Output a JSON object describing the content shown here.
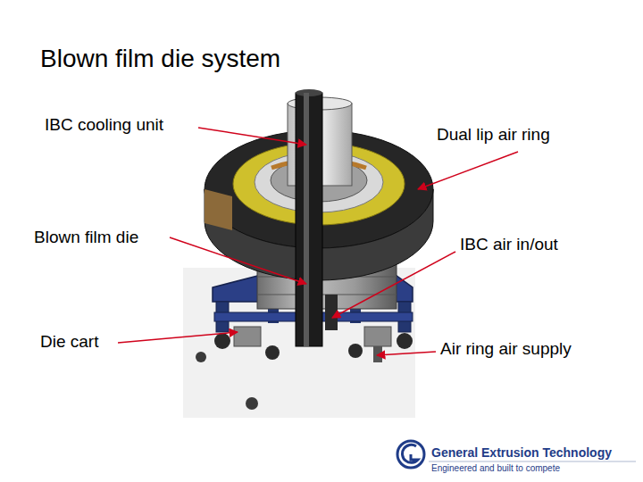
{
  "diagram": {
    "title": "Blown film die system",
    "labels": [
      "IBC cooling unit",
      "Dual lip air ring",
      "Blown film die",
      "IBC air in/out",
      "Die cart",
      "Air ring air supply",
      "General Extrusion Technology",
      "Engineered and built to compete"
    ]
  }
}
